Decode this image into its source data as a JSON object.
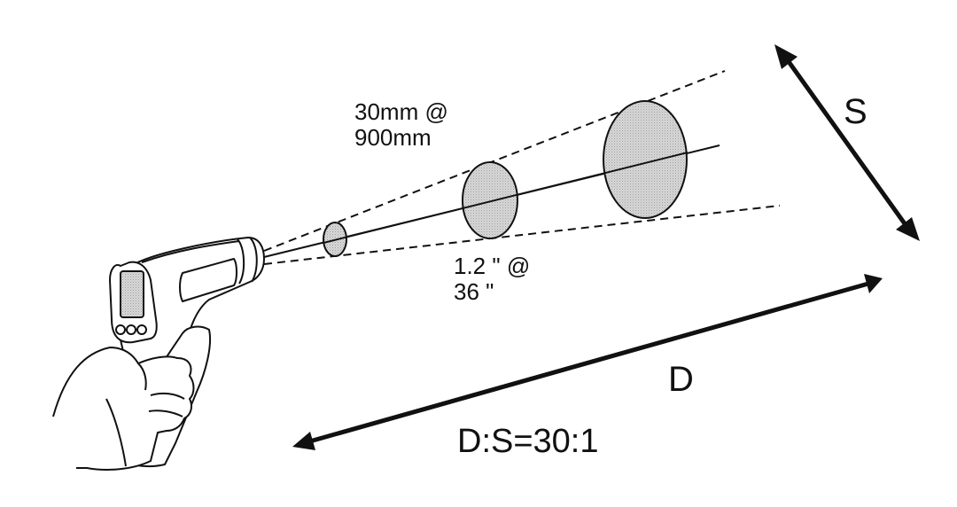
{
  "labels": {
    "spot_far_line1": "30mm  @",
    "spot_far_line2": "900mm",
    "spot_near_line1": "1.2 \"  @",
    "spot_near_line2": "36 \"",
    "spot_size_symbol": "S",
    "distance_symbol": "D",
    "ratio": "D:S=30:1"
  },
  "colors": {
    "ink": "#111111",
    "spot_fill": "#d4d4d4",
    "background": "#ffffff"
  }
}
